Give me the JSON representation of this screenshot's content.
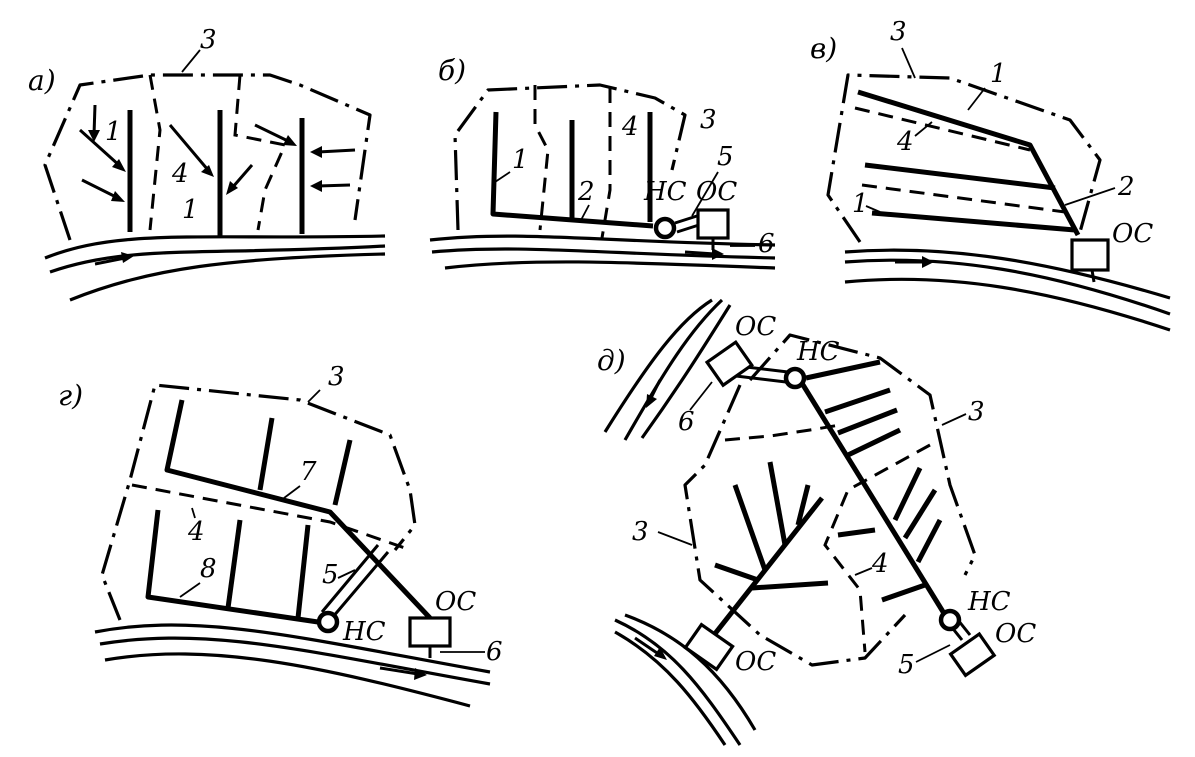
{
  "panels": [
    {
      "id": "a",
      "label": "а)"
    },
    {
      "id": "b",
      "label": "б)"
    },
    {
      "id": "v",
      "label": "в)"
    },
    {
      "id": "g",
      "label": "г)"
    },
    {
      "id": "d",
      "label": "д)"
    }
  ],
  "numbers": {
    "n1": "1",
    "n2": "2",
    "n3": "3",
    "n4": "4",
    "n5": "5",
    "n6": "6",
    "n7": "7",
    "n8": "8"
  },
  "stations": {
    "pump": "НС",
    "treatment": "ОС"
  }
}
